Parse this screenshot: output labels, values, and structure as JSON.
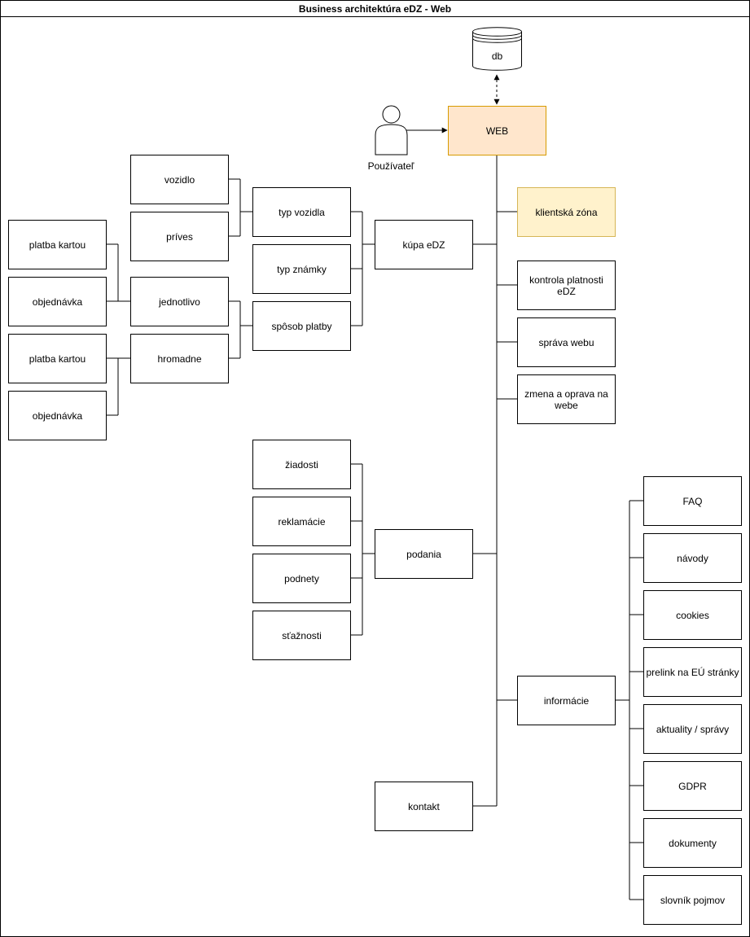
{
  "title": "Business architektúra eDZ - Web",
  "colors": {
    "web_fill": "#ffe6cc",
    "web_stroke": "#d79b00",
    "klientska_fill": "#fff2cc",
    "klientska_stroke": "#d6b656"
  },
  "icons": {
    "database": "database-cylinder-icon",
    "actor": "person-actor-icon"
  },
  "nodes": {
    "db": "db",
    "user": "Používateľ",
    "web": "WEB",
    "vozidlo": "vozidlo",
    "prives": "príves",
    "typ_vozidla": "typ vozidla",
    "typ_znamky": "typ známky",
    "sposob_platby": "spôsob platby",
    "kupa_edz": "kúpa eDZ",
    "platba_kartou_1": "platba kartou",
    "objednavka_1": "objednávka",
    "jednotlivo": "jednotlivo",
    "platba_kartou_2": "platba kartou",
    "hromadne": "hromadne",
    "objednavka_2": "objednávka",
    "klientska_zona": "klientská zóna",
    "kontrola_platnosti": "kontrola platnosti eDZ",
    "sprava_webu": "správa webu",
    "zmena_oprava": "zmena a oprava na webe",
    "ziadosti": "žiadosti",
    "reklamacie": "reklamácie",
    "podnety": "podnety",
    "staznosti": "sťažnosti",
    "podania": "podania",
    "kontakt": "kontakt",
    "informacie": "informácie",
    "faq": "FAQ",
    "navody": "návody",
    "cookies": "cookies",
    "prelink": "prelink na EÚ stránky",
    "aktuality": "aktuality / správy",
    "gdpr": "GDPR",
    "dokumenty": "dokumenty",
    "slovnik": "slovník pojmov"
  }
}
